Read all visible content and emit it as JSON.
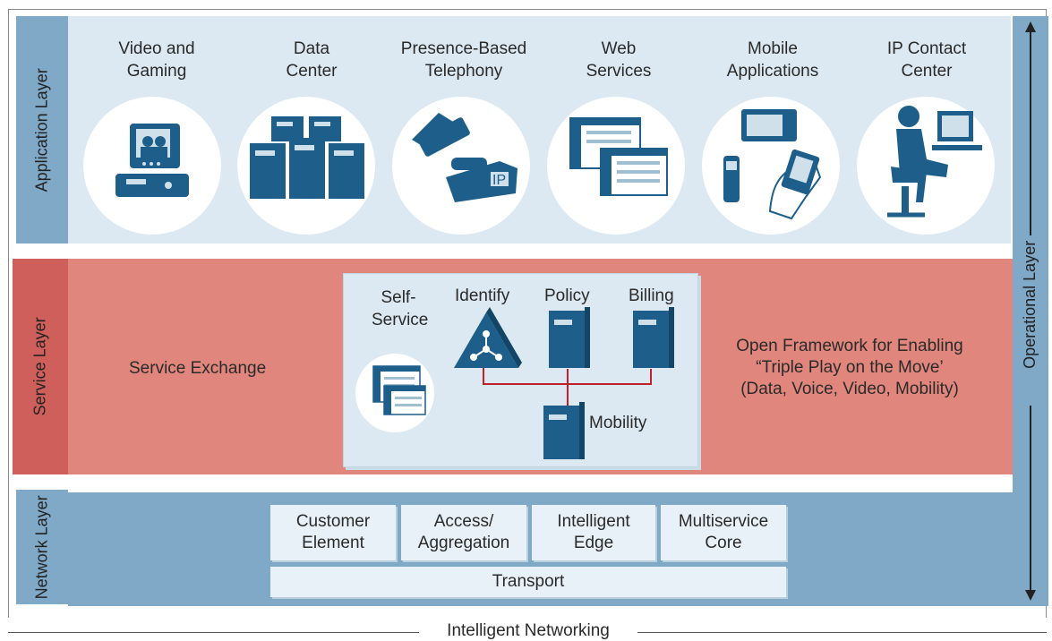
{
  "layers": {
    "application": "Application Layer",
    "service": "Service Layer",
    "network": "Network Layer",
    "operational": "Operational Layer"
  },
  "applications": [
    {
      "title": "Video and Gaming",
      "line1": "Video and",
      "line2": "Gaming",
      "icon": "tv-console-icon"
    },
    {
      "title": "Data Center",
      "line1": "Data",
      "line2": "Center",
      "icon": "servers-icon"
    },
    {
      "title": "Presence-Based Telephony",
      "line1": "Presence-Based",
      "line2": "Telephony",
      "icon": "telephones-icon"
    },
    {
      "title": "Web Services",
      "line1": "Web",
      "line2": "Services",
      "icon": "web-pages-icon"
    },
    {
      "title": "Mobile Applications",
      "line1": "Mobile",
      "line2": "Applications",
      "icon": "mobile-devices-icon"
    },
    {
      "title": "IP Contact Center",
      "line1": "IP Contact",
      "line2": "Center",
      "icon": "agent-workstation-icon"
    }
  ],
  "service": {
    "exchange": "Service Exchange",
    "self_service_1": "Self-",
    "self_service_2": "Service",
    "identify": "Identify",
    "policy": "Policy",
    "billing": "Billing",
    "mobility": "Mobility",
    "framework_1": "Open Framework for Enabling",
    "framework_2": "“Triple Play on the Move’",
    "framework_3": "(Data, Voice, Video, Mobility)"
  },
  "network": {
    "customer_1": "Customer",
    "customer_2": "Element",
    "access_1": "Access/",
    "access_2": "Aggregation",
    "edge_1": "Intelligent",
    "edge_2": "Edge",
    "core_1": "Multiservice",
    "core_2": "Core",
    "transport": "Transport"
  },
  "footer": "Intelligent Networking",
  "colors": {
    "application_band": "#dce9f2",
    "blue_tab": "#7fa9c6",
    "service_band": "#e0867c",
    "service_tab": "#cf5f5a",
    "icon_blue": "#1d5f8a",
    "link_red": "#c0202a"
  }
}
